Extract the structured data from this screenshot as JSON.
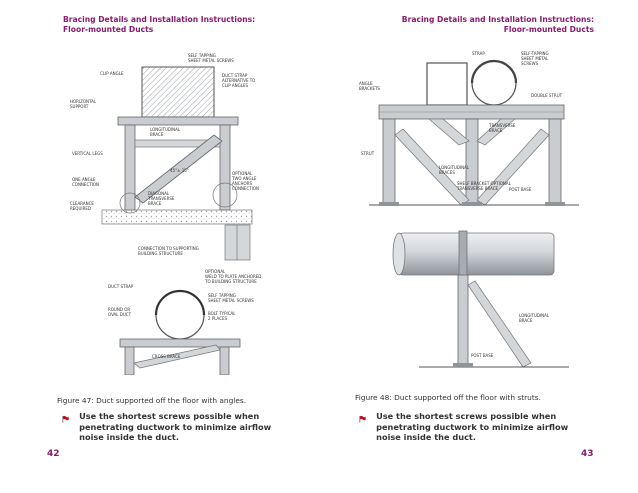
{
  "left_page": {
    "header": {
      "line1": "Bracing Details and Installation Instructions:",
      "line2": "Floor-mounted Ducts"
    },
    "figure_labels": {
      "self_tapping": [
        "SELF TAPPING",
        "SHEET METAL SCREWS"
      ],
      "clip_angle": "CLIP ANGLE",
      "duct_strap_alt": [
        "DUCT STRAP",
        "ALTERNATIVE TO",
        "CLIP ANGLES"
      ],
      "horizontal_support": [
        "HORIZONTAL",
        "SUPPORT"
      ],
      "longitudinal_brace": [
        "LONGITUDINAL",
        "BRACE"
      ],
      "vertical_legs": "VERTICAL LEGS",
      "angle": "45°± 15°",
      "optional_two_angle": [
        "OPTIONAL",
        "TWO ANGLE",
        "ANCHORS",
        "CONNECTION"
      ],
      "one_angle": [
        "ONE ANGLE",
        "CONNECTION"
      ],
      "diagonal_transverse": [
        "DIAGONAL",
        "TRANSVERSE",
        "BRACE"
      ],
      "clearance": [
        "CLEARANCE",
        "REQUIRED"
      ],
      "connection_supporting": [
        "CONNECTION TO SUPPORTING",
        "BUILDING STRUCTURE"
      ],
      "optional_weld": [
        "OPTIONAL",
        "WELD TO PLATE ANCHORED",
        "TO BUILDING STRUCTURE"
      ],
      "duct_strap": "DUCT STRAP",
      "self_tapping_2": [
        "SELF TAPPING",
        "SHEET METAL SCREWS"
      ],
      "round_oval": [
        "ROUND OR",
        "OVAL DUCT"
      ],
      "bolt_typical": [
        "BOLT TYPICAL",
        "2 PLACES"
      ],
      "cross_brace": "CROSS BRACE"
    },
    "caption": "Figure 47:  Duct supported off the floor with angles.",
    "note": "Use the shortest screws possible when penetrating ductwork to minimize airflow noise inside the duct.",
    "page_number": "42"
  },
  "right_page": {
    "header": {
      "line1": "Bracing Details and Installation Instructions:",
      "line2": "Floor-mounted Ducts"
    },
    "figure_labels": {
      "strap": "STRAP",
      "self_tapping": [
        "SELF-TAPPING",
        "SHEET METAL",
        "SCREWS"
      ],
      "angle_brackets": [
        "ANGLE",
        "BRACKETS"
      ],
      "double_strut": "DOUBLE STRUT",
      "transverse_brace": [
        "TRANSVERSE",
        "BRACE"
      ],
      "strut": "STRUT",
      "longitudinal_braces": [
        "LONGITUDINAL",
        "BRACES"
      ],
      "shelf_bracket": [
        "SHELF BRACKET OPTIONAL",
        "TRANSVERSE BRACE"
      ],
      "post_base": "POST BASE",
      "longitudinal_brace": [
        "LONGITUDINAL",
        "BRACE"
      ],
      "post_base_2": "POST BASE"
    },
    "caption": "Figure 48:  Duct supported off the floor with struts.",
    "note": "Use the shortest screws possible when penetrating ductwork to minimize airflow noise inside the duct.",
    "page_number": "43"
  },
  "colors": {
    "header": "#8a1c6d",
    "flag": "#d0021b",
    "steel": "#c9ccd0",
    "steel_dark": "#8f949a"
  },
  "icons": [
    "flag-icon"
  ]
}
